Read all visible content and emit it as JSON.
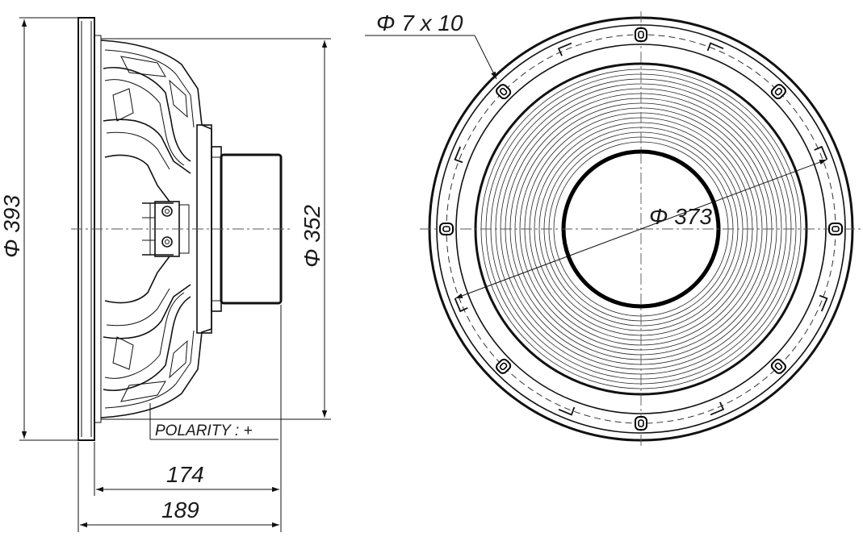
{
  "labels": {
    "outer_diameter": "Φ 393",
    "mount_diameter": "Φ 352",
    "cone_diameter": "Φ 373",
    "holes": "Φ 7 x 10",
    "polarity": "POLARITY : +",
    "depth_short": "174",
    "depth_total": "189"
  },
  "colors": {
    "line": "#111111",
    "background": "#ffffff"
  }
}
